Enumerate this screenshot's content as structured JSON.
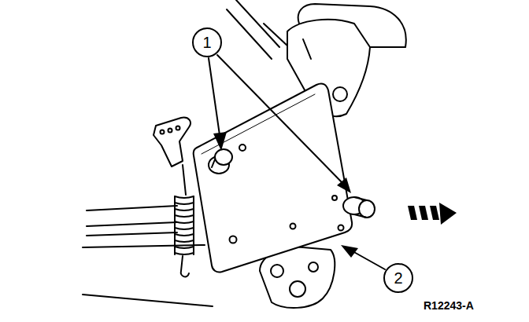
{
  "diagram": {
    "nodes": [
      {
        "text": [
          "1"
        ]
      },
      {
        "text": [
          "2"
        ]
      }
    ],
    "labels": [
      "R12243-A"
    ]
  }
}
